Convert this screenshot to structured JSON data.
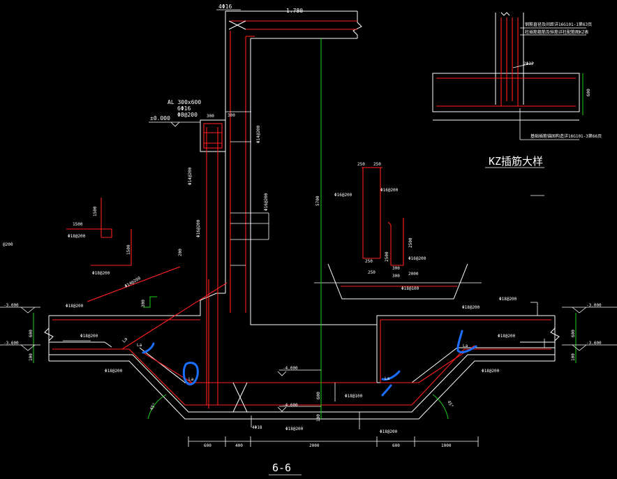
{
  "section_title": "6-6",
  "detail_title": "KZ插筋大样",
  "colors": {
    "background": "#000000",
    "concrete": "#ffffff",
    "rebar": "#ff2020",
    "dimension": "#ffffff",
    "axis": "#19d319",
    "annotation": "#1a6fff"
  },
  "labels": {
    "wall_top_bar": "4Φ16",
    "wall_top_width": "1.780",
    "beam_spec": "AL 300x600",
    "beam_bar": "6Φ16",
    "beam_stirrup": "Φ8@200",
    "elev_zero": "±0.000",
    "beam_width": "300",
    "wall_width_top": "300",
    "wall_bar_right": "Φ14@200",
    "wall_bar_left_1": "Φ14@200",
    "wall_bar_left_2": "Φ16@200",
    "wall_bar_outer": "Φ16@200",
    "wall_height": "5700",
    "bar_a_len": "1500",
    "bar_a_len2": "1500",
    "bar_a_spec": "Φ18@200",
    "bar_b_len": "1500",
    "bar_b_spec": "Φ18@200",
    "bar_c_spec": "Φ14@200",
    "bar_c_len": "200",
    "bar_d_w1": "250",
    "bar_d_w2": "250",
    "bar_d_spec": "Φ16@200",
    "bar_d_spec2": "Φ16@200",
    "bar_d_h": "250",
    "bar_d_b": "250",
    "bar_e_h": "2500",
    "bar_e_h2": "2500",
    "bar_e_spec": "Φ16@200",
    "bar_e_w": "300",
    "bar_e_w2": "300",
    "bar_e_w3": "2000",
    "pit_bar": "Φ18@100",
    "slab_top_left": "Φ18@200",
    "slab_bot_left": "Φ18@200",
    "slab_top_right": "Φ18@200",
    "slab_top_right2": "Φ18@200",
    "slab_bot_right": "Φ18@200",
    "slope_left": "Φ18@200",
    "slope_right": "Φ18@200",
    "pit_bot_bar": "Φ18@100",
    "pit_bot_bar2": "Φ18@200",
    "pit_bot_bar3": "Φ18@200",
    "elev_left_1": "-3.000",
    "elev_left_2": "-3.600",
    "elev_right_1": "-3.000",
    "elev_right_2": "-3.600",
    "elev_pit_1": "-4.000",
    "elev_pit_2": "-4.600",
    "pit_rebar_count": "4Φ18",
    "thk_left": "600",
    "thk_left2": "100",
    "thk_right": "600",
    "thk_right2": "100",
    "thk_pit": "600",
    "thk_pit2": "100",
    "step_h": "300",
    "angle_left": "45°",
    "angle_right": "45°",
    "la_1": "La",
    "la_2": "La",
    "la_3": "La",
    "la_4": "La",
    "la_5": "La",
    "dims_bottom": [
      "600",
      "400",
      "2000",
      "600",
      "1000"
    ],
    "kz_note_1": "钢筋直径及间距详16G101-1第63页",
    "kz_note_2": "柱插筋箍筋及纵筋详柱配筋图KZ表",
    "kz_bar": "2Φ12",
    "kz_height": "600",
    "kz_note_3": "基础插筋锚固构造详16G101-3第66页",
    "left_fragment": "@200"
  }
}
